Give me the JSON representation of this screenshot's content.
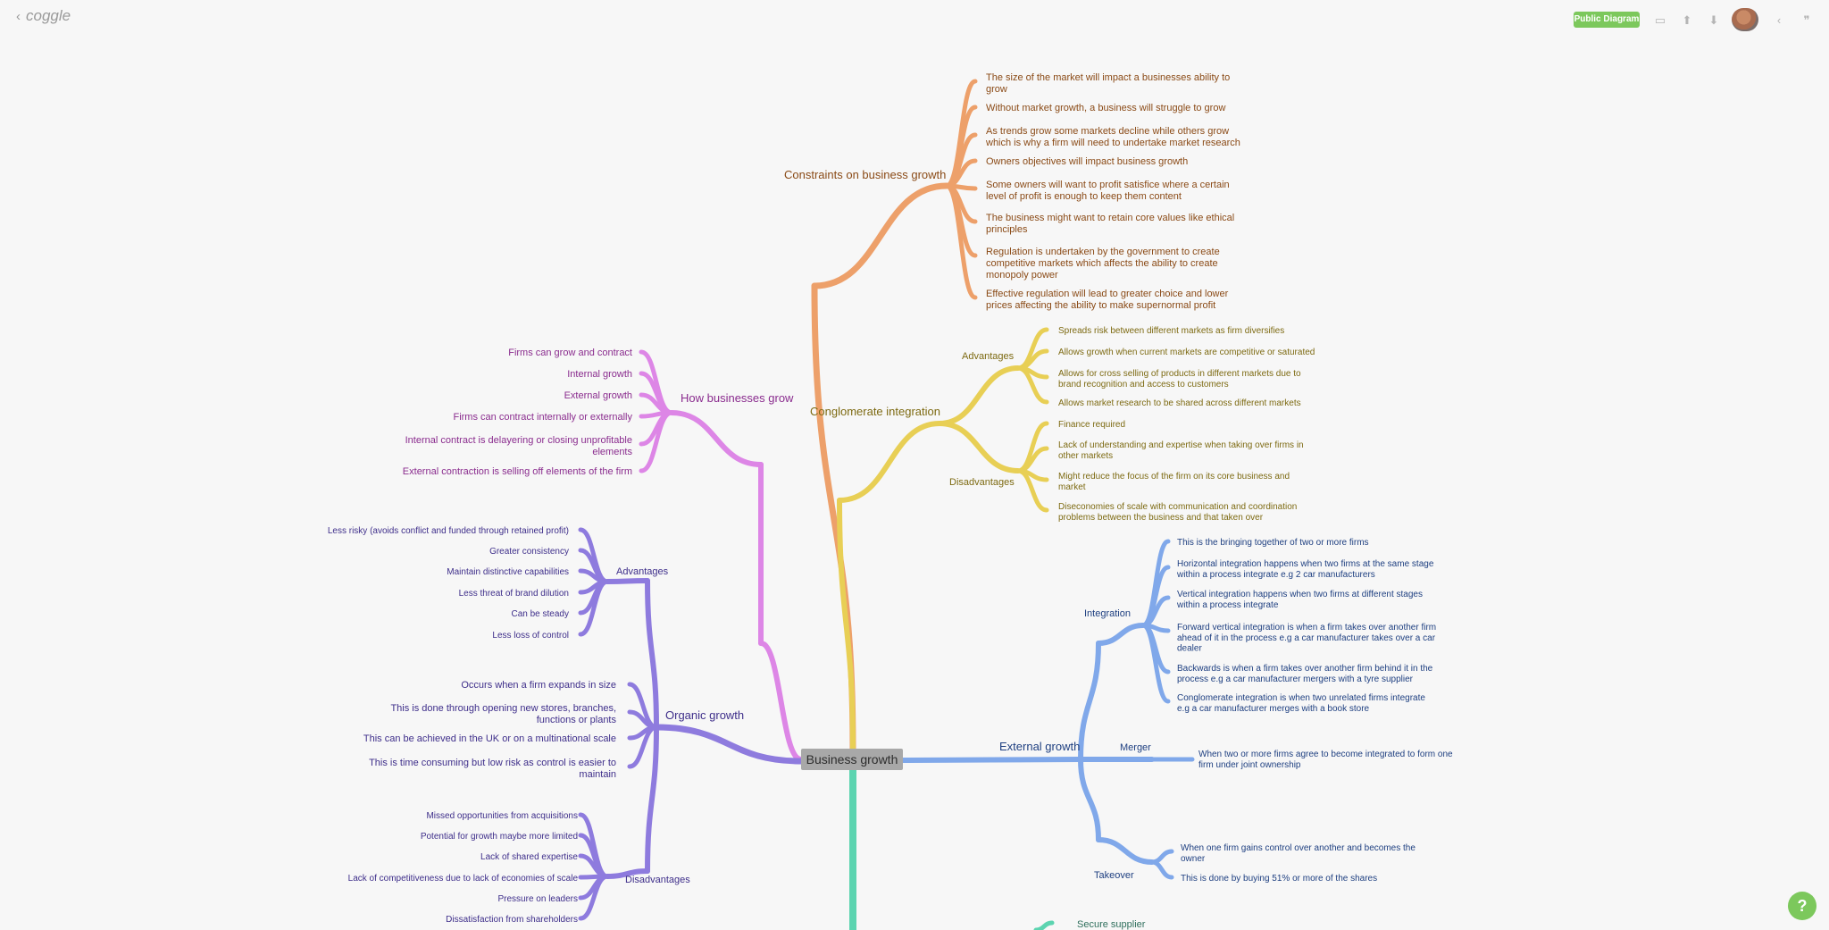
{
  "app": {
    "logo": "coggle",
    "public_label": "Public Diagram",
    "help": "?"
  },
  "colors": {
    "orange": "#eda06a",
    "yellow": "#e8cf55",
    "pink": "#dd86e6",
    "purple": "#8e7bde",
    "blue": "#80a8ea",
    "teal": "#5cd4b0"
  },
  "map": {
    "root": "Business growth",
    "constraints": {
      "label": "Constraints on business growth",
      "items": [
        [
          "The size of the market will impact a businesses ability to",
          "grow"
        ],
        [
          "Without market growth, a business will struggle to grow"
        ],
        [
          "As trends grow some markets decline while others grow",
          "which is why a firm will need to undertake market research"
        ],
        [
          "Owners objectives will impact business growth"
        ],
        [
          "Some owners will want to profit satisfice where a certain",
          "level of profit is enough to keep them content"
        ],
        [
          "The business might want to retain core values like ethical",
          "principles"
        ],
        [
          "Regulation is undertaken by the government to create",
          "competitive markets which affects the ability to create",
          "monopoly power"
        ],
        [
          "Effective regulation will lead to greater choice and lower",
          "prices affecting the ability to make supernormal profit"
        ]
      ]
    },
    "conglomerate": {
      "label": "Conglomerate integration",
      "advantages_label": "Advantages",
      "advantages": [
        [
          "Spreads risk between different markets as firm diversifies"
        ],
        [
          "Allows growth when current markets are competitive or saturated"
        ],
        [
          "Allows for cross selling of products in different markets due to",
          "brand recognition and access to customers"
        ],
        [
          "Allows market research to be shared across different markets"
        ]
      ],
      "disadvantages_label": "Disadvantages",
      "disadvantages": [
        [
          "Finance required"
        ],
        [
          "Lack of understanding and expertise when taking over firms in",
          "other markets"
        ],
        [
          "Might reduce the focus of the firm on its core business and",
          "market"
        ],
        [
          "Diseconomies of scale with communication and coordination",
          "problems between the business and that taken over"
        ]
      ]
    },
    "how_grow": {
      "label": "How businesses grow",
      "items": [
        [
          "Firms can grow and contract"
        ],
        [
          "Internal growth"
        ],
        [
          "External growth"
        ],
        [
          "Firms can contract internally or externally"
        ],
        [
          "Internal contract is delayering or closing unprofitable",
          "elements"
        ],
        [
          "External contraction is selling off elements of the firm"
        ]
      ]
    },
    "organic": {
      "label": "Organic growth",
      "advantages_label": "Advantages",
      "advantages": [
        [
          "Less risky (avoids conflict and funded through retained profit)"
        ],
        [
          "Greater consistency"
        ],
        [
          "Maintain distinctive capabilities"
        ],
        [
          "Less threat of brand dilution"
        ],
        [
          "Can be steady"
        ],
        [
          "Less loss of control"
        ]
      ],
      "items": [
        [
          "Occurs when a firm expands in size"
        ],
        [
          "This is done through opening new stores, branches,",
          "functions or plants"
        ],
        [
          "This can be achieved in the UK or on a multinational scale"
        ],
        [
          "This is time consuming but low risk as control is easier to",
          "maintain"
        ]
      ],
      "disadvantages_label": "Disadvantages",
      "disadvantages": [
        [
          "Missed opportunities from acquisitions"
        ],
        [
          "Potential for growth maybe more limited"
        ],
        [
          "Lack of shared expertise"
        ],
        [
          "Lack of competitiveness due to lack of economies of scale"
        ],
        [
          "Pressure on leaders"
        ],
        [
          "Dissatisfaction from shareholders"
        ]
      ]
    },
    "external": {
      "label": "External growth",
      "integration_label": "Integration",
      "integration": [
        [
          "This is the bringing together of two or more firms"
        ],
        [
          "Horizontal integration happens when two firms at the same stage",
          "within a process integrate e.g 2 car manufacturers"
        ],
        [
          "Vertical integration happens when two firms at different stages",
          "within a process integrate"
        ],
        [
          "Forward vertical integration is when a firm takes over another firm",
          "ahead of it in the process e.g a car manufacturer takes over a car",
          "dealer"
        ],
        [
          "Backwards is when a firm takes over another firm behind it in the",
          "process e.g a car manufacturer mergers with a tyre supplier"
        ],
        [
          "Conglomerate integration is when two unrelated firms integrate",
          "e.g a car manufacturer merges with a book store"
        ]
      ],
      "merger_label": "Merger",
      "merger": [
        [
          "When two or more firms agree to become integrated to form one",
          "firm under joint ownership"
        ]
      ],
      "takeover_label": "Takeover",
      "takeover": [
        [
          "When one firm gains control over another and becomes the",
          "owner"
        ],
        [
          "This is done by buying 51% or more of the shares"
        ]
      ]
    },
    "secure": {
      "label": "Secure supplier"
    }
  }
}
